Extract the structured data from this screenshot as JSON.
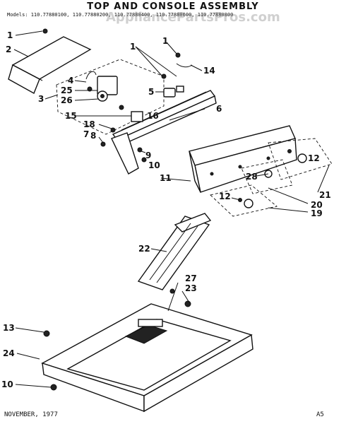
{
  "title": "TOP AND CONSOLE ASSEMBLY",
  "models": "Models:  110.77880100, 110.77880200, 110.77880400, 110.77880600, 110.77880800",
  "watermark": "AppliancePartsPros.com",
  "footer": {
    "date": "NOVEMBER, 1977",
    "code": "A5"
  },
  "callouts": {
    "c1a": "1",
    "c2": "2",
    "c1b": "1",
    "c1c": "1",
    "c14": "14",
    "c4": "4",
    "c3": "3",
    "c25": "25",
    "c26": "26",
    "c5": "5",
    "c15": "15",
    "c16": "16",
    "c6": "6",
    "c18": "18",
    "c8": "8",
    "c7": "7",
    "c9": "9",
    "c10a": "10",
    "c11": "11",
    "c12a": "12",
    "c28": "28",
    "c12b": "12",
    "c21": "21",
    "c20": "20",
    "c19": "19",
    "c22": "22",
    "c27": "27",
    "c23": "23",
    "c13": "13",
    "c24": "24",
    "c10b": "10"
  }
}
